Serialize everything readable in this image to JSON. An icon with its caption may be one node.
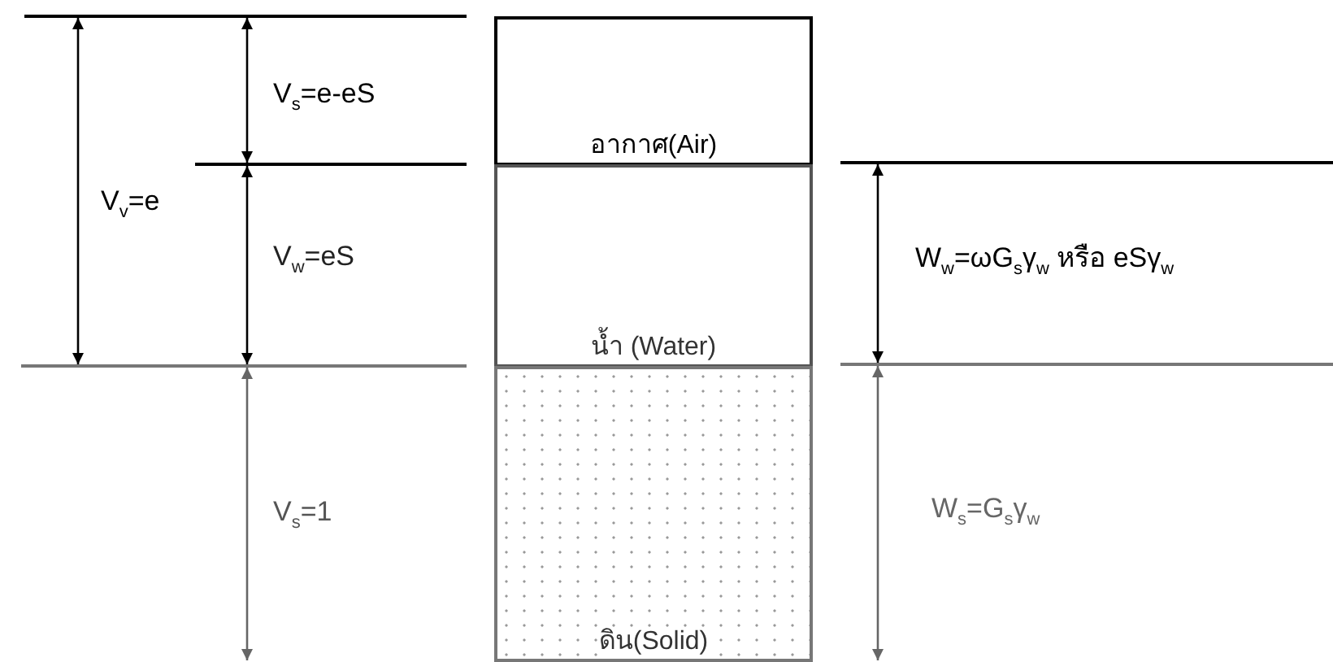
{
  "diagram": {
    "nodes": [
      {
        "text": [
          "อากาศ(Air)"
        ]
      },
      {
        "text": [
          "น้ำ (Water)"
        ]
      },
      {
        "text": [
          "ดิน(Solid)"
        ]
      }
    ],
    "labels": [
      "V$_{s}$=e-eS",
      "V$_{v}$=e",
      "V$_{w}$=eS",
      "W$_{w}$=ωG$_{s}$γ$_{w}$ หรือ eSγ$_{w}$",
      "V$_{s}$=1",
      "W$_{s}$=G$_{s}$γ$_{w}$"
    ]
  }
}
